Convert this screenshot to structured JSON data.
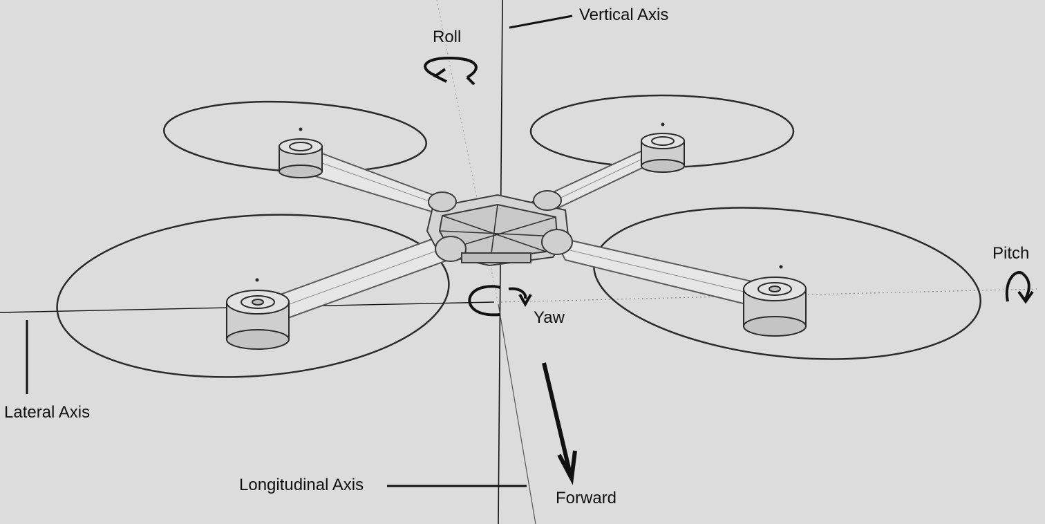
{
  "labels": {
    "vertical_axis": "Vertical Axis",
    "roll": "Roll",
    "pitch": "Pitch",
    "yaw": "Yaw",
    "lateral_axis": "Lateral Axis",
    "longitudinal_axis": "Longitudinal Axis",
    "forward": "Forward"
  },
  "colors": {
    "background": "#dcdcdc",
    "line": "#111111",
    "frame": "#4a4a4a",
    "arm_fill": "#e4e4e4"
  }
}
